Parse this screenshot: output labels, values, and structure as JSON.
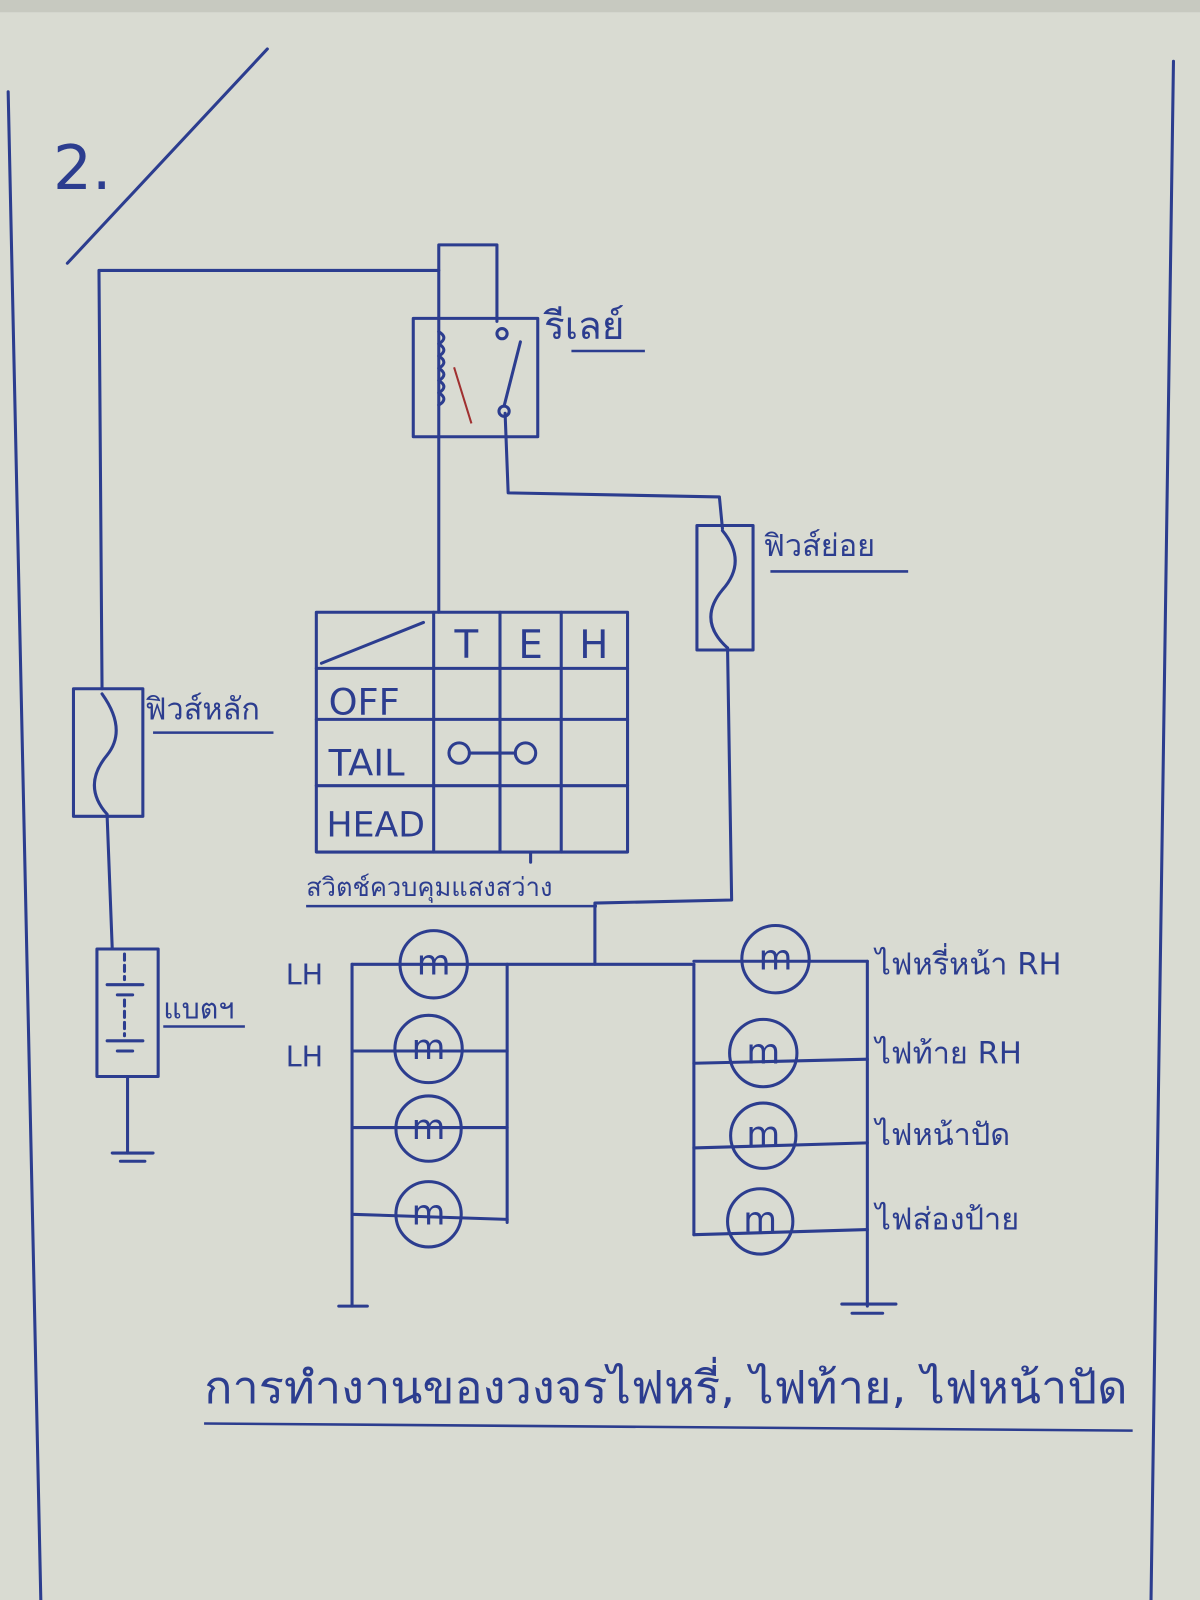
{
  "section_number": "2.",
  "labels": {
    "relay": "รีเลย์",
    "sub_fuse": "ฟิวส์ย่อย",
    "main_fuse": "ฟิวส์หลัก",
    "battery": "แบตฯ",
    "light_switch": "สวิตช์ควบคุมแสงสว่าง",
    "lh_1": "LH",
    "lh_2": "LH",
    "rh_lamps": [
      "ไฟหรี่หน้า RH",
      "ไฟท้าย RH",
      "ไฟหน้าปัด",
      "ไฟส่องป้าย"
    ]
  },
  "switch_table": {
    "columns": [
      "T",
      "E",
      "H"
    ],
    "rows": [
      "OFF",
      "TAIL",
      "HEAD"
    ]
  },
  "bulb_symbol": "m",
  "title": "การทำงานของวงจรไฟหรี่, ไฟท้าย, ไฟหน้าปัด",
  "colors": {
    "ink": "#2c3d8f",
    "board": "#d9dbd2"
  }
}
